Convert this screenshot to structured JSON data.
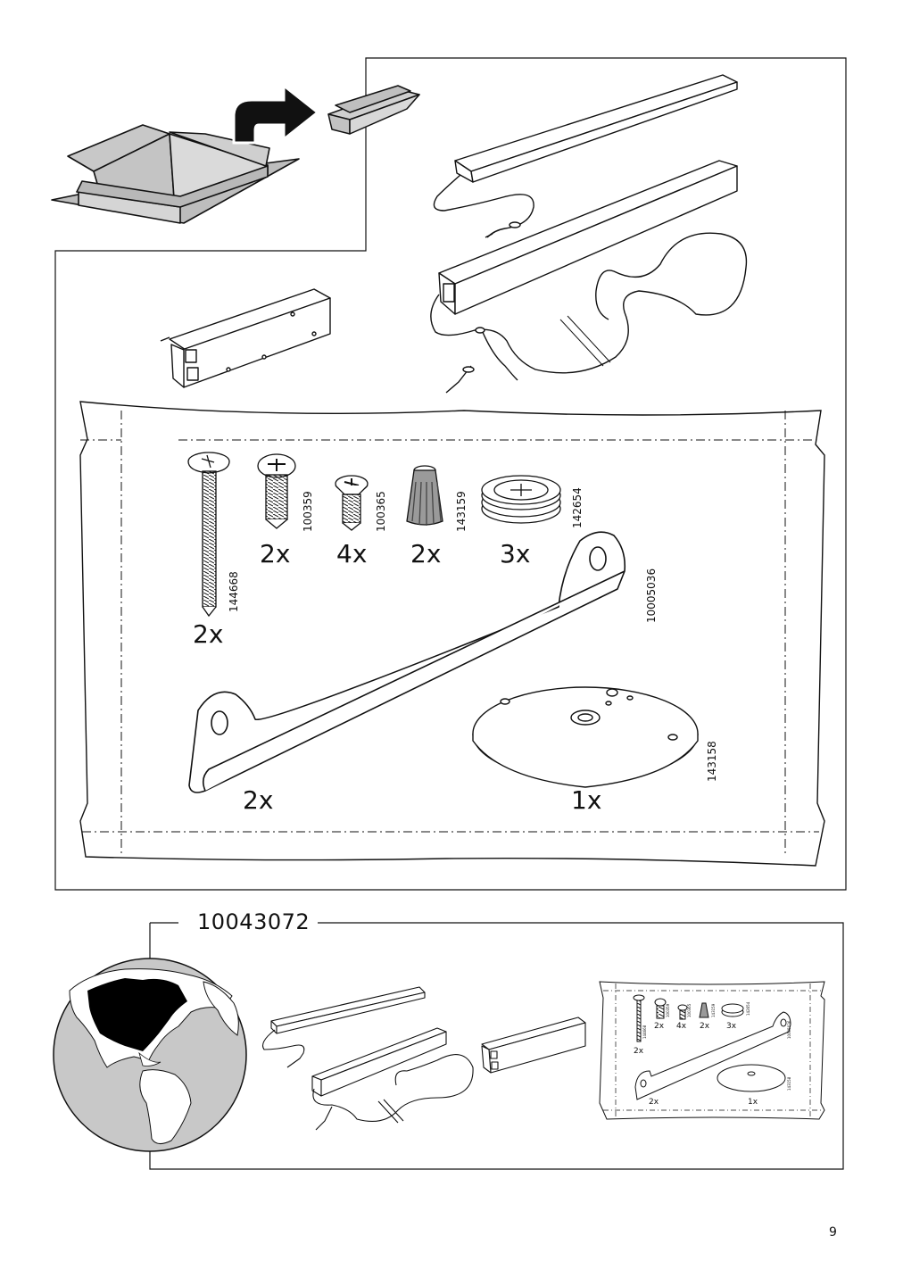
{
  "page": {
    "number": "9"
  },
  "parts": [
    {
      "id": "screw-long",
      "article": "144668",
      "quantity": "2x"
    },
    {
      "id": "screw-short",
      "article": "100359",
      "quantity": "2x"
    },
    {
      "id": "screw-flat",
      "article": "100365",
      "quantity": "4x"
    },
    {
      "id": "wire-connector",
      "article": "143159",
      "quantity": "2x"
    },
    {
      "id": "adhesive-disc",
      "article": "142654",
      "quantity": "3x"
    },
    {
      "id": "bracket",
      "article": "10005036",
      "quantity": "2x"
    },
    {
      "id": "base-plate",
      "article": "143158",
      "quantity": "1x"
    }
  ],
  "region_box": {
    "model_number": "10043072"
  },
  "colors": {
    "line": "#111111",
    "fill": "#ffffff",
    "box_fill": "#d0d0d0",
    "globe_fill": "#c9c9c9",
    "continent": "#ffffff",
    "region": "#000000"
  }
}
